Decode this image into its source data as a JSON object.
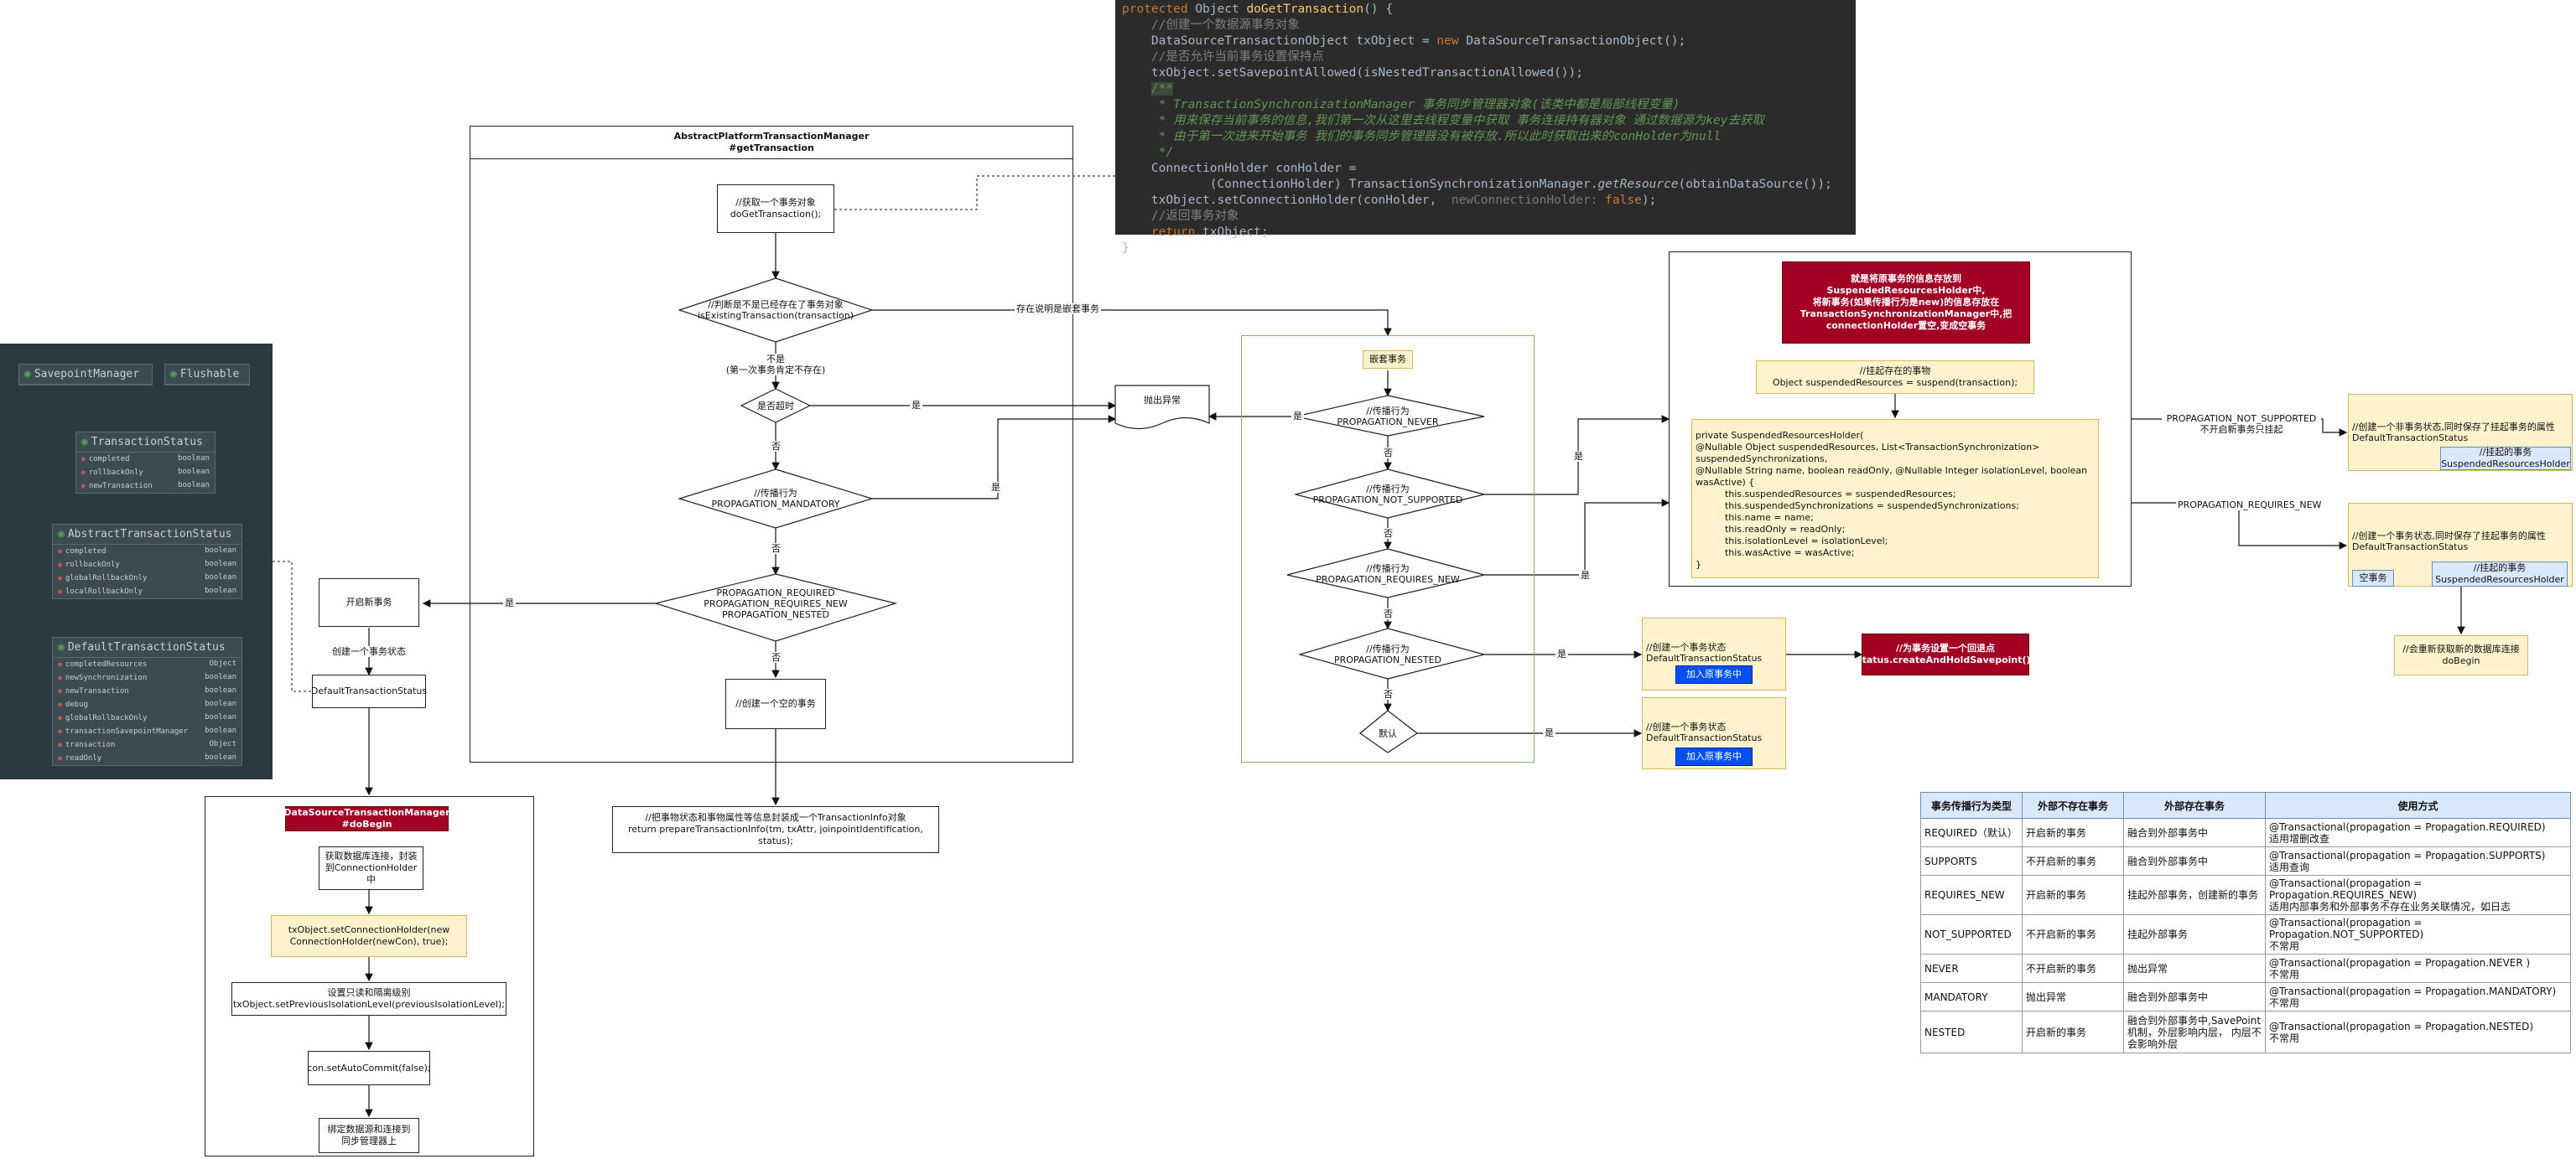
{
  "code": {
    "l1_kw": "protected",
    "l1_type": "Object",
    "l1_fn": "doGetTransaction",
    "l1_rest": "() {",
    "l2": "//创建一个数据源事务对象",
    "l3a": "DataSourceTransactionObject txObject = ",
    "l3_kw": "new",
    "l3b": " DataSourceTransactionObject();",
    "l4": "//是否允许当前事务设置保持点",
    "l5": "txObject.setSavepointAllowed(isNestedTransactionAllowed());",
    "l6": "/**",
    "l7": " * TransactionSynchronizationManager 事务同步管理器对象(该类中都是局部线程变量)",
    "l8": " * 用来保存当前事务的信息,我们第一次从这里去线程变量中获取 事务连接持有器对象 通过数据源为key去获取",
    "l9": " * 由于第一次进来开始事务 我们的事务同步管理器没有被存放.所以此时获取出来的conHolder为null",
    "l10": " */",
    "l11": "ConnectionHolder conHolder =",
    "l12a": "        (ConnectionHolder) TransactionSynchronizationManager.",
    "l12_it": "getResource",
    "l12b": "(obtainDataSource());",
    "l13a": "txObject.setConnectionHolder(conHolder,  ",
    "l13_hint": "newConnectionHolder: ",
    "l13_kw": "false",
    "l13b": ");",
    "l14": "//返回事务对象",
    "l15_kw": "return",
    "l15b": " txObject;",
    "l16": "}"
  },
  "classes": {
    "savepoint": "SavepointManager",
    "flushable": "Flushable",
    "ts": {
      "name": "TransactionStatus",
      "rows": [
        [
          "completed",
          "boolean"
        ],
        [
          "rollbackOnly",
          "boolean"
        ],
        [
          "newTransaction",
          "boolean"
        ]
      ]
    },
    "ats": {
      "name": "AbstractTransactionStatus",
      "rows": [
        [
          "completed",
          "boolean"
        ],
        [
          "rollbackOnly",
          "boolean"
        ],
        [
          "globalRollbackOnly",
          "boolean"
        ],
        [
          "localRollbackOnly",
          "boolean"
        ]
      ]
    },
    "dts": {
      "name": "DefaultTransactionStatus",
      "rows": [
        [
          "completedResources",
          "Object"
        ],
        [
          "newSynchronization",
          "boolean"
        ],
        [
          "newTransaction",
          "boolean"
        ],
        [
          "debug",
          "boolean"
        ],
        [
          "globalRollbackOnly",
          "boolean"
        ],
        [
          "transactionSavepointManager",
          "boolean"
        ],
        [
          "transaction",
          "Object"
        ],
        [
          "readOnly",
          "boolean"
        ]
      ]
    }
  },
  "apt": {
    "title": "AbstractPlatformTransactionManager\n#getTransaction",
    "get_tx": "//获取一个事务对象\ndoGetTransaction();",
    "exist": "//判断是不是已经存在了事务对象\nisExistingTransaction(transaction)",
    "no_label": "不是\n(第一次事务肯定不存在)",
    "timeout": "是否超时",
    "mandatory": "//传播行为\nPROPAGATION_MANDATORY",
    "required": "PROPAGATION_REQUIRED\nPROPAGATION_REQUIRES_NEW\nPROPAGATION_NESTED",
    "empty_tx": "//创建一个空的事务",
    "exist_label": "存在说明是嵌套事务",
    "throw": "抛出异常",
    "yes": "是",
    "no": "否"
  },
  "left": {
    "open": "开启新事务",
    "create_status_label": "创建一个事务状态",
    "dts_box": "DefaultTransactionStatus",
    "ds_title": "DataSourceTransactionManager\n#doBegin",
    "get_conn": "获取数据库连接，封装\n到ConnectionHolder中",
    "set_holder": "txObject.setConnectionHolder(new\nConnectionHolder(newCon), true);",
    "isolation": "设置只读和隔离级别\ntxObject.setPreviousIsolationLevel(previousIsolationLevel);",
    "autocommit": "con.setAutoCommit(false);",
    "bind": "绑定数据源和连接到\n同步管理器上"
  },
  "prepare": "//把事物状态和事物属性等信息封装成一个TransactionInfo对象\nreturn prepareTransactionInfo(tm, txAttr, joinpointIdentification, status);",
  "nested": {
    "title": "嵌套事务",
    "never": "//传播行为\nPROPAGATION_NEVER",
    "not_supported": "//传播行为\nPROPAGATION_NOT_SUPPORTED",
    "requires_new": "//传播行为\nPROPAGATION_REQUIRES_NEW",
    "nested": "//传播行为\nPROPAGATION_NESTED",
    "default": "默认",
    "create_status1": "//创建一个事务状态\nDefaultTransactionStatus",
    "join1": "加入原事务中",
    "create_status2": "//创建一个事务状态\nDefaultTransactionStatus",
    "join2": "加入原事务中",
    "savepoint": "//为事务设置一个回退点\nstatus.createAndHoldSavepoint();"
  },
  "suspend": {
    "red": "就是将原事务的信息存放到\nSuspendedResourcesHolder中,\n将新事务(如果传播行为是new)的信息存放在\nTransactionSynchronizationManager中,把\nconnectionHolder置空,变成空事务",
    "suspend_box": "//挂起存在的事物\nObject suspendedResources = suspend(transaction);",
    "holder_code": "private SuspendedResourcesHolder(\n@Nullable Object suspendedResources, List<TransactionSynchronization> suspendedSynchronizations,\n@Nullable String name, boolean readOnly, @Nullable Integer isolationLevel, boolean wasActive) {\n          this.suspendedResources = suspendedResources;\n          this.suspendedSynchronizations = suspendedSynchronizations;\n          this.name = name;\n          this.readOnly = readOnly;\n          this.isolationLevel = isolationLevel;\n          this.wasActive = wasActive;\n}"
  },
  "right": {
    "not_supported_label": "PROPAGATION_NOT_SUPPORTED\n不开启新事务只挂起",
    "requires_new_label": "PROPAGATION_REQUIRES_NEW",
    "status_ns": "//创建一个非事务状态,同时保存了挂起事务的属性\nDefaultTransactionStatus",
    "holder_ns": "//挂起的事务\nSuspendedResourcesHolder",
    "status_rn": "//创建一个事务状态,同时保存了挂起事务的属性\nDefaultTransactionStatus",
    "empty_tx": "空事务",
    "holder_rn": "//挂起的事务\nSuspendedResourcesHolder",
    "rebind": "//会重新获取新的数据库连接\ndoBegin"
  },
  "table": {
    "headers": [
      "事务传播行为类型",
      "外部不存在事务",
      "外部存在事务",
      "使用方式"
    ],
    "rows": [
      [
        "REQUIRED（默认）",
        "开启新的事务",
        "融合到外部事务中",
        "@Transactional(propagation = Propagation.REQUIRED)\n适用增删改查"
      ],
      [
        "SUPPORTS",
        "不开启新的事务",
        "融合到外部事务中",
        "@Transactional(propagation = Propagation.SUPPORTS)\n适用查询"
      ],
      [
        "REQUIRES_NEW",
        "开启新的事务",
        "挂起外部事务，创建新的事务",
        "@Transactional(propagation = Propagation.REQUIRES_NEW)\n适用内部事务和外部事务不存在业务关联情况，如日志"
      ],
      [
        "NOT_SUPPORTED",
        "不开启新的事务",
        "挂起外部事务",
        "@Transactional(propagation =\nPropagation.NOT_SUPPORTED)\n不常用"
      ],
      [
        "NEVER",
        "不开启新的事务",
        "抛出异常",
        "@Transactional(propagation = Propagation.NEVER )\n不常用"
      ],
      [
        "MANDATORY",
        "抛出异常",
        "融合到外部事务中",
        "@Transactional(propagation = Propagation.MANDATORY)\n不常用"
      ],
      [
        "NESTED",
        "开启新的事务",
        "融合到外部事务中,SavePoint\n机制，外层影响内层， 内层不\n会影响外层",
        "@Transactional(propagation = Propagation.NESTED)\n不常用"
      ]
    ]
  },
  "colors": {
    "red": "#a20025",
    "blue": "#0050ef",
    "yellow": "#fff2cc",
    "green": "#82b366"
  }
}
